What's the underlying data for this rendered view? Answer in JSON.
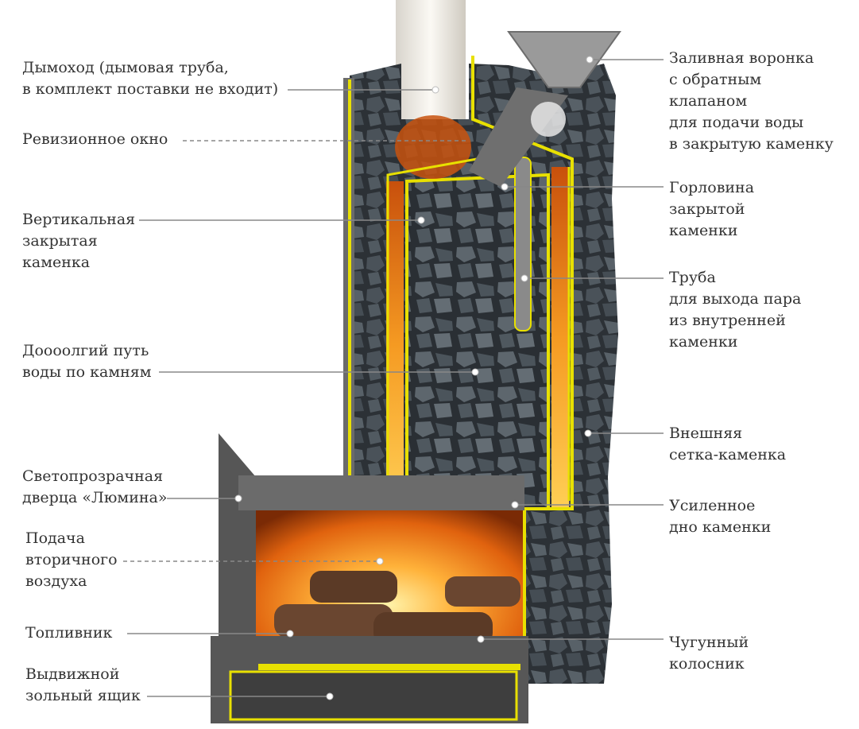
{
  "labels_left": {
    "chimney": "Дымоход (дымовая труба,\nв комплект поставки не входит)",
    "revision_window": "Ревизионное окно",
    "vertical_heater": "Вертикальная\nзакрытая\nкаменка",
    "water_path": "Доооолгий путь\nводы по камням",
    "door": "Светопрозрачная\nдверца «Люмина»",
    "secondary_air": "Подача\nвторичного\nвоздуха",
    "firebox": "Топливник",
    "ash_pan": "Выдвижной\nзольный ящик"
  },
  "labels_right": {
    "funnel": "Заливная воронка\nс обратным\nклапаном\nдля подачи воды\nв закрытую каменку",
    "neck": "Горловина\nзакрытой\nкаменки",
    "steam_pipe": "Труба\nдля выхода пара\nиз внутренней\nкаменки",
    "outer_mesh": "Внешняя\nсетка-каменка",
    "reinforced_bottom": "Усиленное\nдно каменки",
    "grate": "Чугунный\nколосник"
  },
  "colors": {
    "outline": "#e8e000",
    "steel": "#5a5a5a",
    "fire": "#f08a1c",
    "stone": "#3c4248",
    "leader": "#888888"
  }
}
